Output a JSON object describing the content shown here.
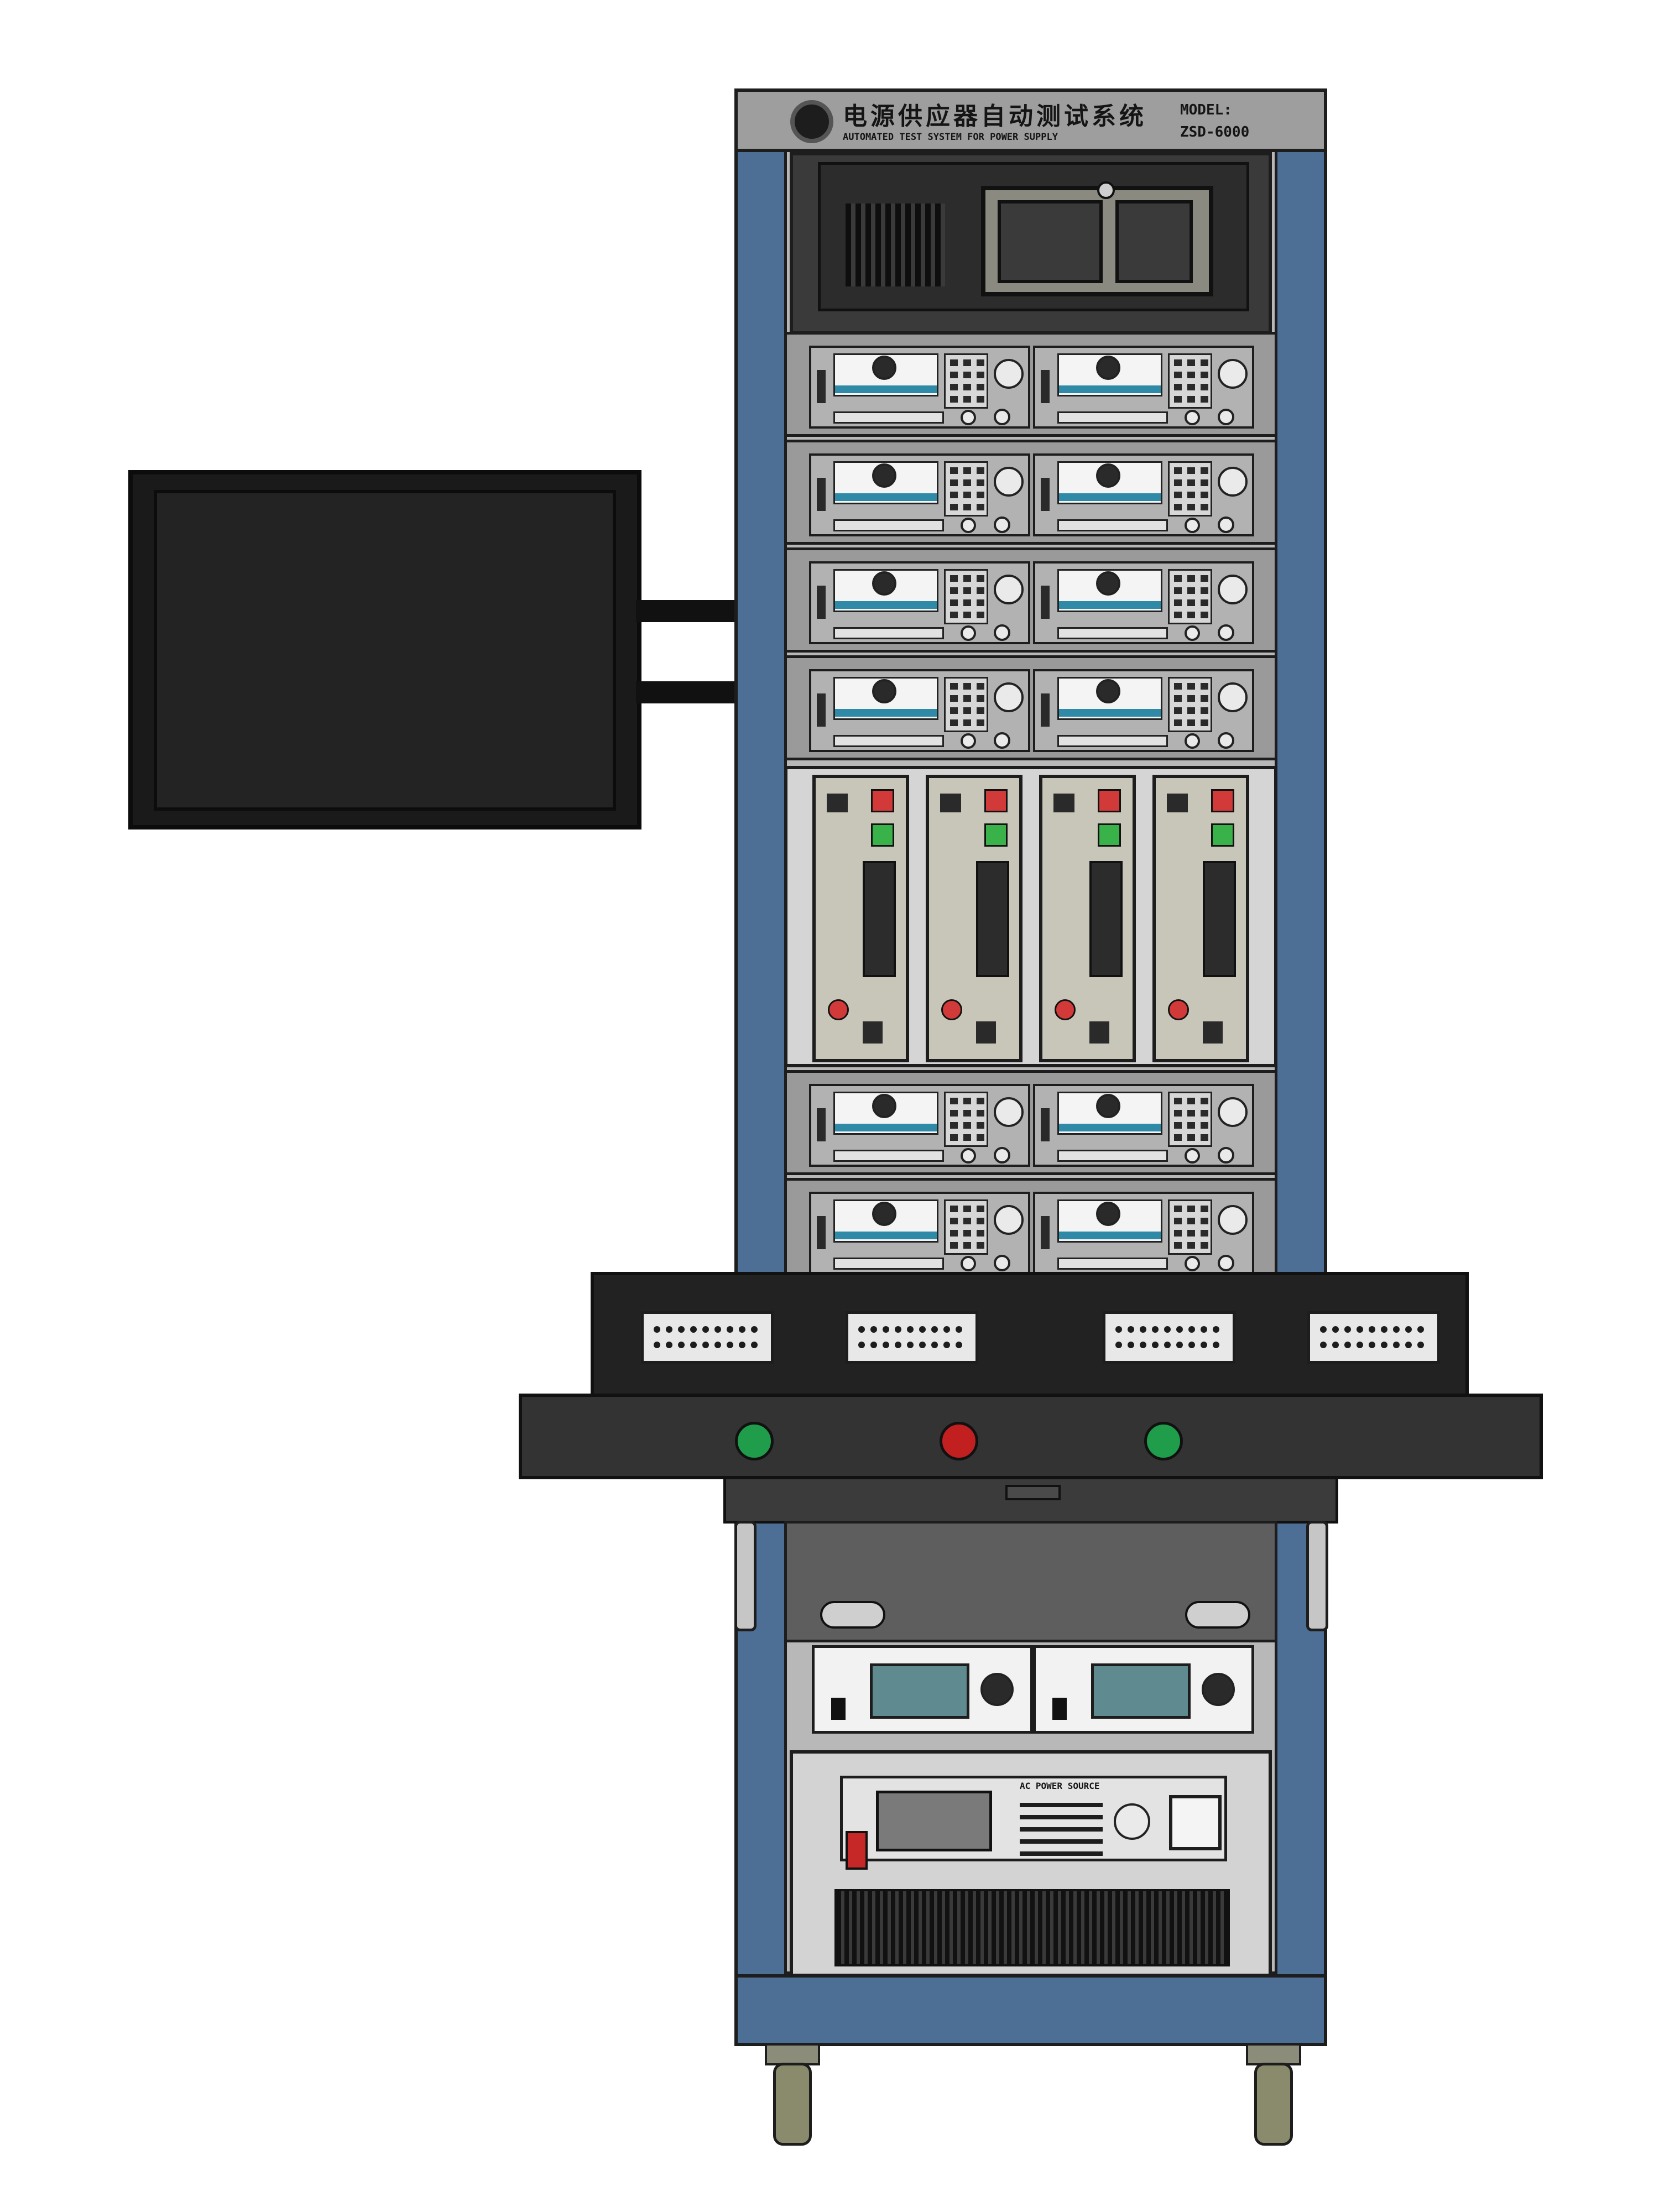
{
  "cabinet": {
    "title_cn": "电源供应器自动测试系统",
    "title_en": "AUTOMATED TEST SYSTEM FOR POWER SUPPLY",
    "model_label": "MODEL:",
    "model_value": "ZSD-6000"
  },
  "ac_source": {
    "label": "AC POWER SOURCE"
  },
  "colors": {
    "cabinet_side": "#4d6f95",
    "lamp_green": "#1f9d4a",
    "lamp_red": "#c22020",
    "load_band": "#2f8aa8"
  }
}
